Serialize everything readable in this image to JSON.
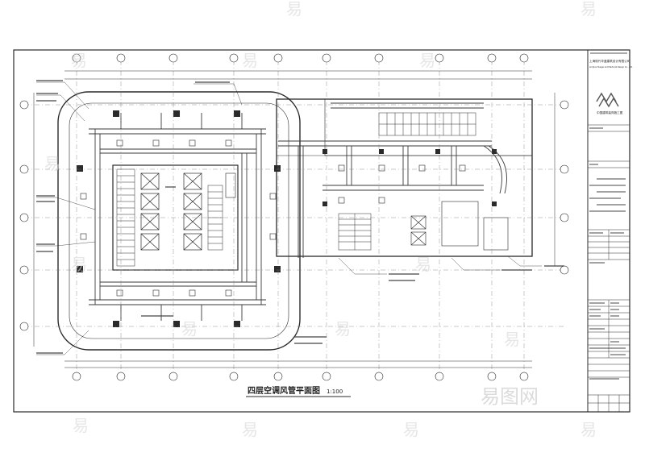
{
  "drawing": {
    "title": "四层空调风管平面图",
    "scale": "1:100"
  },
  "title_block": {
    "company_name_cn": "上海现代华盖建筑设计有限公司",
    "company_name_en": "Arcplus Huagai Architectural Design Co., Ltd.",
    "seal_text": "中国建筑装饰施工图"
  },
  "watermark": {
    "text": "易",
    "brand": "易图网"
  },
  "colors": {
    "line": "#2a2a2a",
    "duct": "#3a3a3a",
    "watermark": "#d9d9d9",
    "logo": "#555555"
  }
}
